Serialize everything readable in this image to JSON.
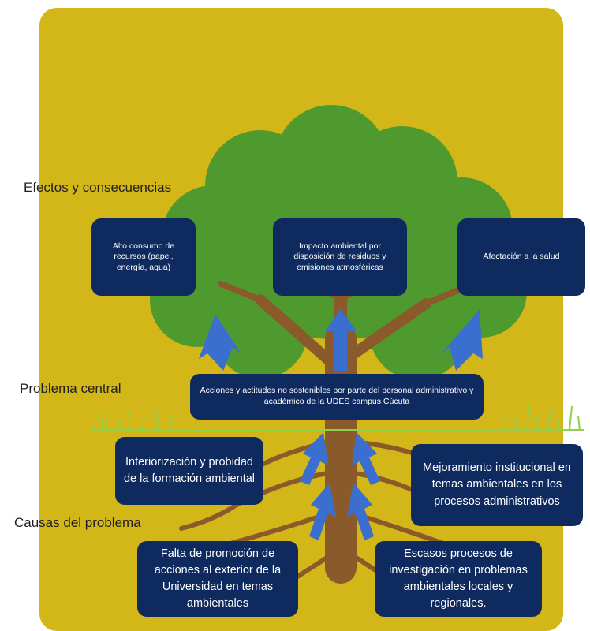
{
  "labels": {
    "effects": "Efectos y consecuencias",
    "central": "Problema central",
    "causes": "Causas del problema"
  },
  "effects": [
    "Alto consumo de recursos (papel, energía, agua)",
    "Impacto ambiental por disposición de residuos y emisiones atmosféricas",
    "Afectación a la salud"
  ],
  "central_problem": "Acciones y actitudes no sostenibles por parte del personal administrativo y académico de la UDES campus Cúcuta",
  "causes": [
    "Interiorización y probidad de la formación ambiental",
    "Mejoramiento institucional en temas ambientales en los procesos administrativos",
    "Falta de promoción de acciones al exterior de la Universidad en temas ambientales",
    "Escasos procesos de investigación en problemas ambientales locales y regionales."
  ],
  "colors": {
    "background": "#d3b617",
    "box": "#0f2a5e",
    "canopy": "#4f9a2f",
    "trunk": "#8b5a2b",
    "grass": "#8fd14a",
    "arrow": "#3a6fd0"
  }
}
